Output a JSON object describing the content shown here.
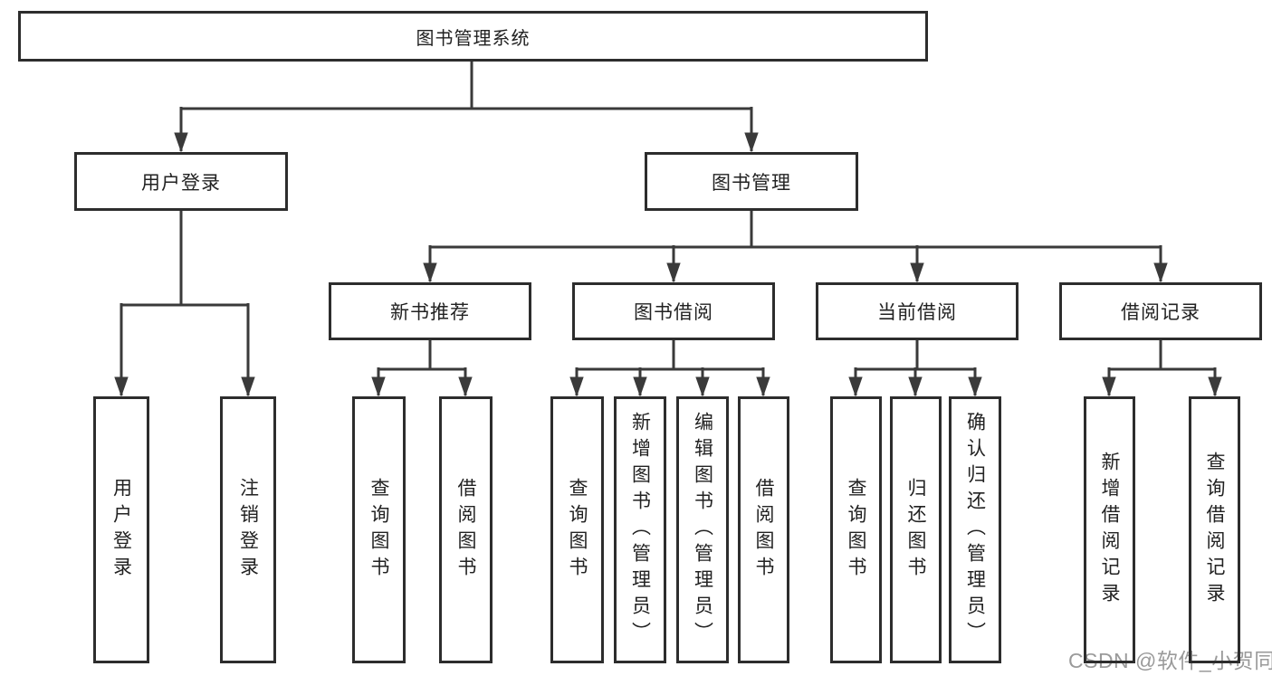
{
  "tree": {
    "root": {
      "label": "图书管理系统"
    },
    "branches": [
      {
        "label": "用户登录",
        "children": [
          {
            "label": "用户登录"
          },
          {
            "label": "注销登录"
          }
        ]
      },
      {
        "label": "图书管理",
        "children": [
          {
            "label": "新书推荐",
            "children": [
              {
                "label": "查询图书"
              },
              {
                "label": "借阅图书"
              }
            ]
          },
          {
            "label": "图书借阅",
            "children": [
              {
                "label": "查询图书"
              },
              {
                "label": "新增图书（管理员）"
              },
              {
                "label": "编辑图书（管理员）"
              },
              {
                "label": "借阅图书"
              }
            ]
          },
          {
            "label": "当前借阅",
            "children": [
              {
                "label": "查询图书"
              },
              {
                "label": "归还图书"
              },
              {
                "label": "确认归还（管理员）"
              }
            ]
          },
          {
            "label": "借阅记录",
            "children": [
              {
                "label": "新增借阅记录"
              },
              {
                "label": "查询借阅记录"
              }
            ]
          }
        ]
      }
    ]
  },
  "watermark": {
    "text": "CSDN @软件_小贺同学"
  },
  "colors": {
    "line": "#3a3a3a",
    "box_border": "#2d2d2d",
    "box_bg": "#ffffff",
    "text": "#222222",
    "watermark": "#9a9a9a"
  }
}
